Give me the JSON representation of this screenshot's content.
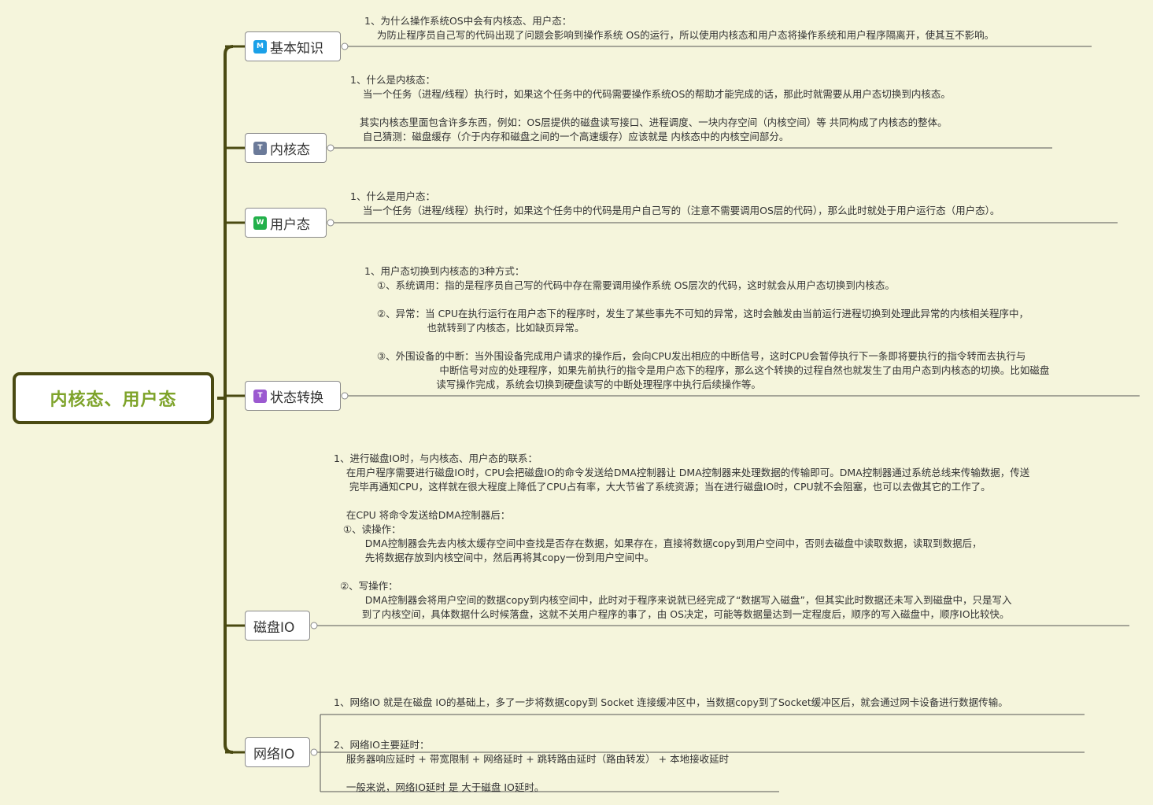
{
  "root": {
    "title": "内核态、用户态"
  },
  "colors": {
    "root_border": "#4a4a12",
    "root_text": "#7ea32a",
    "branch": "#4a4a12"
  },
  "branches": [
    {
      "label": "基本知识",
      "badge": "M",
      "badge_color": "#1aa0e8",
      "badge_icon": "mindmap-icon",
      "notes": [
        "1、为什么操作系统OS中会有内核态、用户态：",
        "    为防止程序员自己写的代码出现了问题会影响到操作系统 OS的运行，所以使用内核态和用户态将操作系统和用户程序隔离开，使其互不影响。"
      ]
    },
    {
      "label": "内核态",
      "badge": "T",
      "badge_color": "#6b7a99",
      "badge_icon": "topic-icon",
      "notes": [
        "1、什么是内核态：",
        "    当一个任务（进程/线程）执行时，如果这个任务中的代码需要操作系统OS的帮助才能完成的话，那此时就需要从用户态切换到内核态。",
        "",
        "   其实内核态里面包含许多东西，例如：OS层提供的磁盘读写接口、进程调度、一块内存空间（内核空间）等 共同构成了内核态的整体。",
        "    自己猜测：磁盘缓存（介于内存和磁盘之间的一个高速缓存）应该就是 内核态中的内核空间部分。"
      ]
    },
    {
      "label": "用户态",
      "badge": "W",
      "badge_color": "#22b04a",
      "badge_icon": "wechat-icon",
      "notes": [
        "1、什么是用户态：",
        "    当一个任务（进程/线程）执行时，如果这个任务中的代码是用户自己写的（注意不需要调用OS层的代码），那么此时就处于用户运行态（用户态）。"
      ]
    },
    {
      "label": "状态转换",
      "badge": "T",
      "badge_color": "#9b59d0",
      "badge_icon": "topic-icon",
      "notes": [
        "1、用户态切换到内核态的3种方式：",
        "    ①、系统调用：指的是程序员自己写的代码中存在需要调用操作系统 OS层次的代码，这时就会从用户态切换到内核态。",
        "",
        "    ②、异常：当 CPU在执行运行在用户态下的程序时，发生了某些事先不可知的异常，这时会触发由当前运行进程切换到处理此异常的内核相关程序中，",
        "                    也就转到了内核态，比如缺页异常。",
        "",
        "    ③、外围设备的中断：当外围设备完成用户请求的操作后，会向CPU发出相应的中断信号，这时CPU会暂停执行下一条即将要执行的指令转而去执行与",
        "                        中断信号对应的处理程序，如果先前执行的指令是用户态下的程序，那么这个转换的过程自然也就发生了由用户态到内核态的切换。比如磁盘",
        "                       读写操作完成，系统会切换到硬盘读写的中断处理程序中执行后续操作等。"
      ]
    },
    {
      "label": "磁盘IO",
      "badge": "",
      "badge_color": "",
      "badge_icon": "",
      "notes": [
        "1、进行磁盘IO时，与内核态、用户态的联系：",
        "    在用户程序需要进行磁盘IO时，CPU会把磁盘IO的命令发送给DMA控制器让 DMA控制器来处理数据的传输即可。DMA控制器通过系统总线来传输数据，传送",
        "     完毕再通知CPU，这样就在很大程度上降低了CPU占有率，大大节省了系统资源；当在进行磁盘IO时，CPU就不会阻塞，也可以去做其它的工作了。",
        "",
        "    在CPU 将命令发送给DMA控制器后：",
        "   ①、读操作：",
        "          DMA控制器会先去内核太缓存空间中查找是否存在数据，如果存在，直接将数据copy到用户空间中，否则去磁盘中读取数据，读取到数据后，",
        "          先将数据存放到内核空间中，然后再将其copy一份到用户空间中。",
        "",
        "  ②、写操作：",
        "          DMA控制器会将用户空间的数据copy到内核空间中，此时对于程序来说就已经完成了“数据写入磁盘”，但其实此时数据还未写入到磁盘中，只是写入",
        "         到了内核空间，具体数据什么时候落盘，这就不关用户程序的事了，由 OS决定，可能等数据量达到一定程度后，顺序的写入磁盘中，顺序IO比较快。"
      ]
    },
    {
      "label": "网络IO",
      "badge": "",
      "badge_color": "",
      "badge_icon": "",
      "notes": [
        "1、网络IO 就是在磁盘 IO的基础上，多了一步将数据copy到 Socket 连接缓冲区中，当数据copy到了Socket缓冲区后，就会通过网卡设备进行数据传输。",
        "",
        "",
        "2、网络IO主要延时：",
        "    服务器响应延时 + 带宽限制 + 网络延时 + 跳转路由延时（路由转发） + 本地接收延时",
        "",
        "    一般来说，网络IO延时 是 大于磁盘 IO延时。"
      ]
    }
  ]
}
